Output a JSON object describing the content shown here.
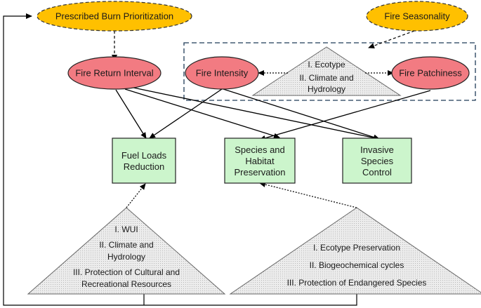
{
  "nodes": {
    "prescribed_burn": "Prescribed Burn Prioritization",
    "fire_seasonality": "Fire Seasonality",
    "fire_return_interval": "Fire Return Interval",
    "fire_intensity": "Fire Intensity",
    "fire_patchiness": "Fire Patchiness"
  },
  "outcomes": {
    "fuel_loads": [
      "Fuel Loads",
      "Reduction"
    ],
    "species_habitat": [
      "Species and",
      "Habitat",
      "Preservation"
    ],
    "invasive_species": [
      "Invasive",
      "Species",
      "Control"
    ]
  },
  "factor_groups": {
    "fire_factors": [
      "I. Ecotype",
      "II. Climate and",
      "Hydrology"
    ],
    "fuel_factors": [
      "I. WUI",
      "II. Climate and",
      "Hydrology",
      "III. Protection of Cultural and",
      "Recreational Resources"
    ],
    "species_factors": [
      "I. Ecotype Preservation",
      "II. Biogeochemical cycles",
      "III. Protection of Endangered Species"
    ]
  },
  "colors": {
    "orange_fill": "#FFC000",
    "red_fill": "#F27B82",
    "green_fill": "#CCF5CC",
    "triangle_fill": "#E6E6E6"
  }
}
